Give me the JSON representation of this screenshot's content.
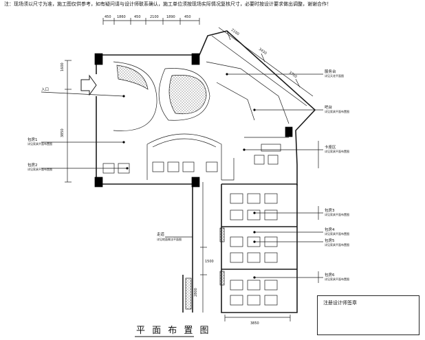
{
  "sheet": {
    "note": "注：现场须以尺寸为准，施工图仅供参考，如有疑问请与设计师联系确认，施工单位须按现场实际情况复核尺寸，必要时按设计要求做出调整，谢谢合作！",
    "title": "平 面 布 置 图",
    "stamp_label": "注册设计师签章"
  },
  "dimensions": {
    "top": [
      "450",
      "1860",
      "450",
      "2100",
      "1890",
      "450"
    ],
    "left": [
      "1600",
      "3850"
    ],
    "lower_left": [
      "1500",
      "2800"
    ],
    "bottom": [
      "3850"
    ],
    "diagonal": [
      "2100",
      "3430",
      "3750"
    ]
  },
  "callouts": {
    "entrance": "入口",
    "left_upper": "包房1",
    "left_upper_sub": "详见家具平面布置图",
    "left_lower": "包房2",
    "left_lower_sub": "详见家具平面布置图",
    "corridor": "走道",
    "corridor_sub": "详见地面做法平面图",
    "right": [
      {
        "label": "服务台",
        "sub": "详见天花平面图"
      },
      {
        "label": "吧台",
        "sub": "详见家具平面布置图"
      },
      {
        "label": "卡座区",
        "sub": "详见家具平面布置图"
      },
      {
        "label": "包房3",
        "sub": "详见家具平面布置图"
      },
      {
        "label": "包房4",
        "sub": "详见家具平面布置图"
      },
      {
        "label": "包房5",
        "sub": "详见家具平面布置图"
      },
      {
        "label": "包房6",
        "sub": "详见家具平面布置图"
      }
    ]
  },
  "colors": {
    "line": "#1a1a1a",
    "column": "#000000",
    "hatch": "#555555",
    "background": "#ffffff"
  }
}
